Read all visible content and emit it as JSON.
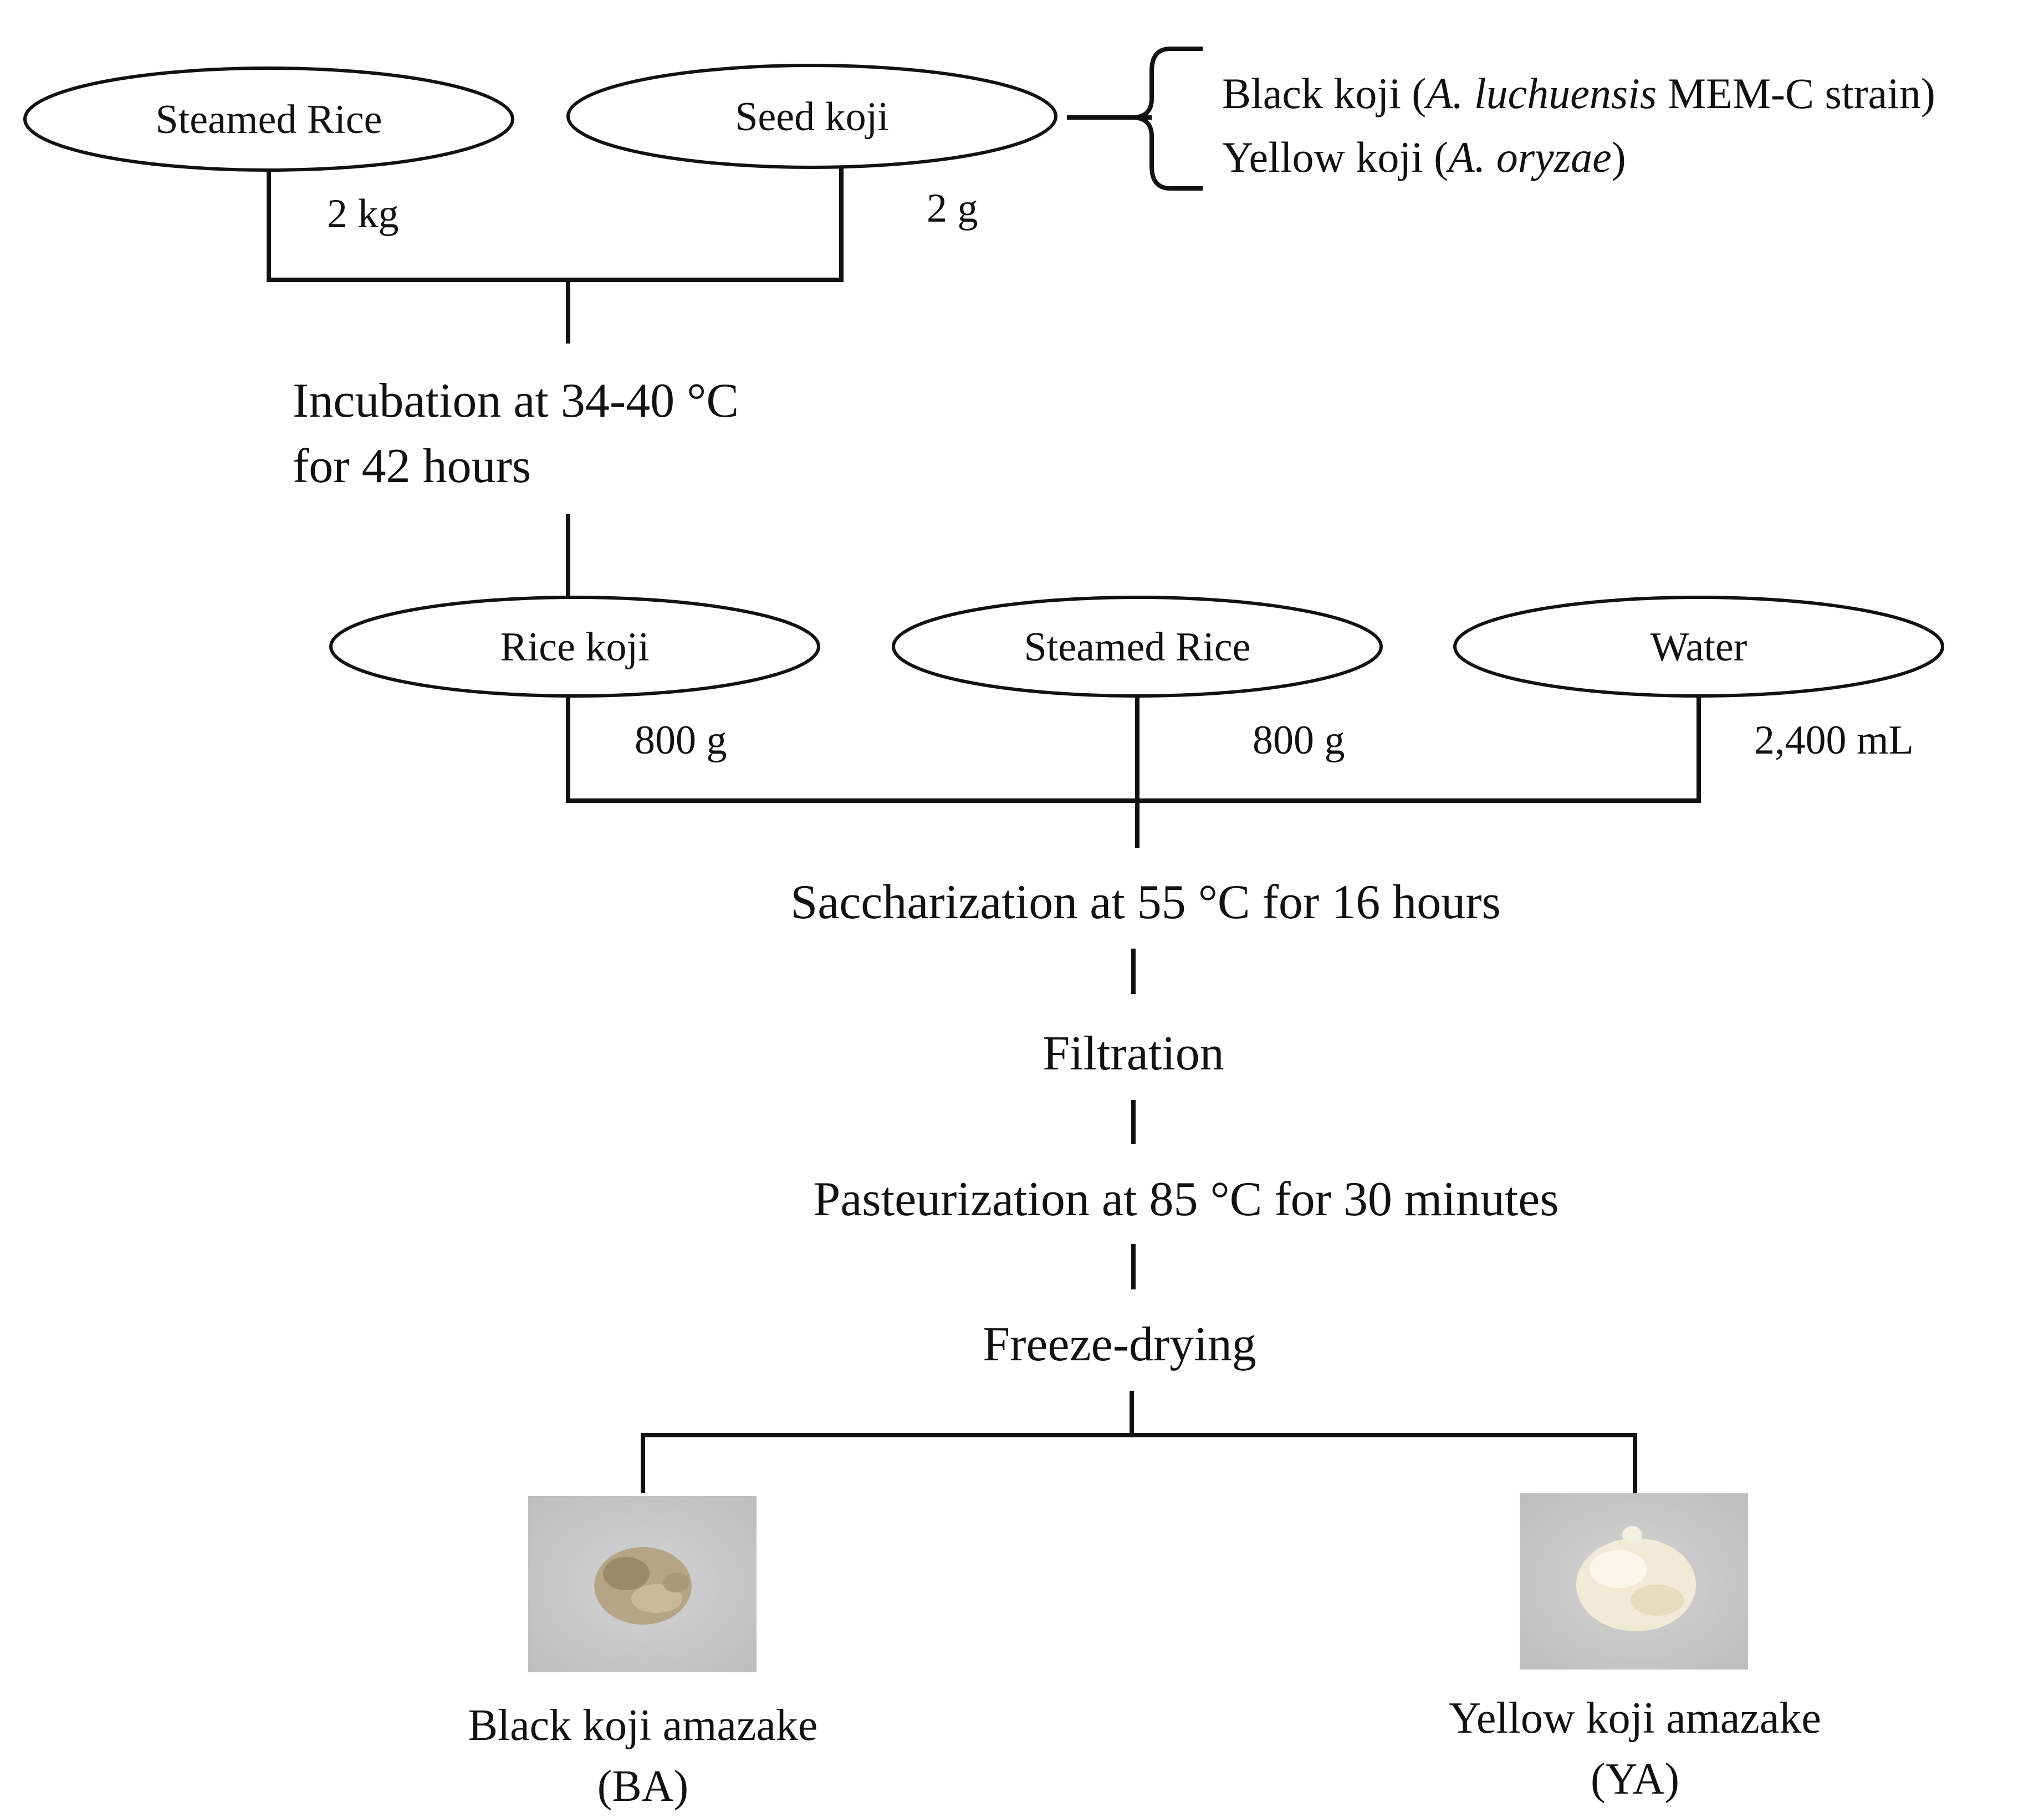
{
  "stage1": {
    "steamed_rice": {
      "label": "Steamed Rice",
      "amount": "2 kg"
    },
    "seed_koji": {
      "label": "Seed koji",
      "amount": "2 g"
    },
    "strains": {
      "black": {
        "prefix": "Black koji (",
        "species": "A. luchuensis",
        "suffix": " MEM-C strain)"
      },
      "yellow": {
        "prefix": "Yellow koji (",
        "species": "A. oryzae",
        "suffix": ")"
      }
    },
    "incubation": {
      "line1": "Incubation at 34-40 °C",
      "line2": "for 42 hours"
    }
  },
  "stage2": {
    "rice_koji": {
      "label": "Rice koji",
      "amount": "800 g"
    },
    "steamed_rice": {
      "label": "Steamed Rice",
      "amount": "800 g"
    },
    "water": {
      "label": "Water",
      "amount": "2,400 mL"
    }
  },
  "steps": {
    "saccharization": "Saccharization at 55 °C for 16 hours",
    "filtration": "Filtration",
    "pasteurization": "Pasteurization at 85 °C for 30 minutes",
    "freeze_drying": "Freeze-drying"
  },
  "products": {
    "black": {
      "name": "Black koji amazake",
      "code": "(BA)"
    },
    "yellow": {
      "name": "Yellow koji amazake",
      "code": "(YA)"
    }
  },
  "colors": {
    "line": "#111111",
    "photo_background": "#c9c9c9",
    "black_amazake_powder": "#b5a586",
    "yellow_amazake_powder": "#f1ead6"
  }
}
